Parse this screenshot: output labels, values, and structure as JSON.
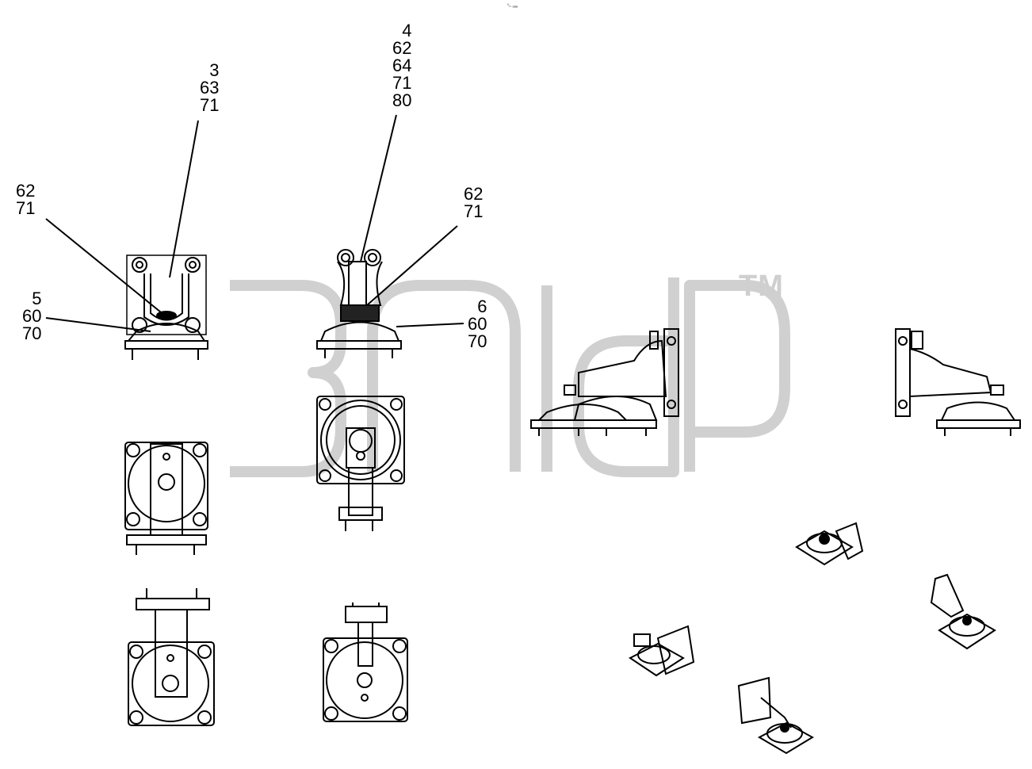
{
  "header": {
    "tiny_text": "⁰ₙ ₐₐₐ"
  },
  "watermark": {
    "trademark": "TM",
    "color": "#d0d0d0"
  },
  "callouts": {
    "c1": [
      "3",
      "63",
      "71"
    ],
    "c2": [
      "4",
      "62",
      "64",
      "71",
      "80"
    ],
    "c3": [
      "62",
      "71"
    ],
    "c4": [
      "62",
      "71"
    ],
    "c5": [
      "5",
      "60",
      "70"
    ],
    "c6": [
      "6",
      "60",
      "70"
    ]
  },
  "colors": {
    "line": "#000000",
    "background": "#ffffff"
  }
}
